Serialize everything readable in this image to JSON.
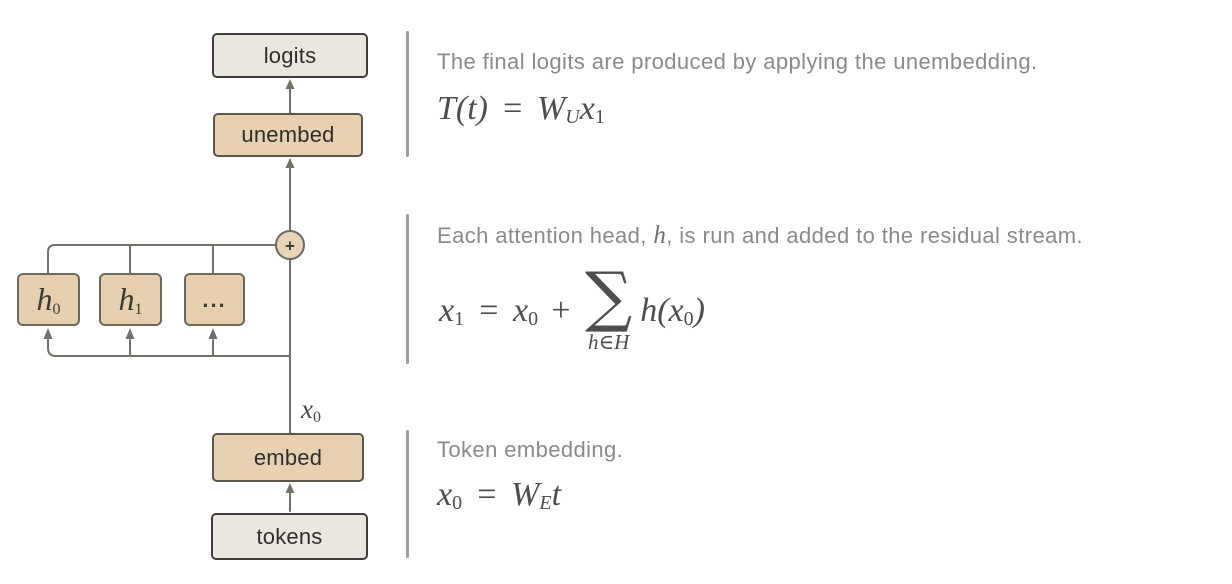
{
  "figure": {
    "title": "one-layer attention-only transformer schematic",
    "colors": {
      "tan_fill": "#e7d1b1",
      "gray_fill": "#eae7e1",
      "dark_border": "#3e3d39",
      "tan_border": "#5c564d",
      "head_border": "#6e675c",
      "wire": "#75706a",
      "divider": "#9e9e9e",
      "description_text": "#8a8a8a",
      "math_text": "#4e4e4e"
    }
  },
  "diagram": {
    "logits_label": "logits",
    "unembed_label": "unembed",
    "embed_label": "embed",
    "tokens_label": "tokens",
    "head0": {
      "base": "h",
      "sub": "0"
    },
    "head1": {
      "base": "h",
      "sub": "1"
    },
    "head_ellipsis": "...",
    "plus_sign": "+",
    "wire_label": {
      "base": "x",
      "sub": "0"
    }
  },
  "sections": [
    {
      "name": "unembedding",
      "description": {
        "pre": "The final logits are produced by applying the unembedding."
      },
      "equation": {
        "lhs": "T(t)",
        "rel": "=",
        "w": "W",
        "w_sub": "U",
        "x": "x",
        "x_sub": "1"
      }
    },
    {
      "name": "attention-heads",
      "description": {
        "pre": "Each attention head, ",
        "math": "h",
        "post": ", is run and added to the residual stream."
      },
      "equation": {
        "lhs": "x",
        "lhs_sub": "1",
        "rel": "=",
        "rhs1": "x",
        "rhs1_sub": "0",
        "op": "+",
        "sum": "∑",
        "sum_under": "h∈H",
        "term": "h(x",
        "term_sub": "0",
        "term_close": ")"
      }
    },
    {
      "name": "embedding",
      "description": {
        "pre": "Token embedding."
      },
      "equation": {
        "lhs": "x",
        "lhs_sub": "0",
        "rel": "=",
        "w": "W",
        "w_sub": "E",
        "t": "t"
      }
    }
  ]
}
